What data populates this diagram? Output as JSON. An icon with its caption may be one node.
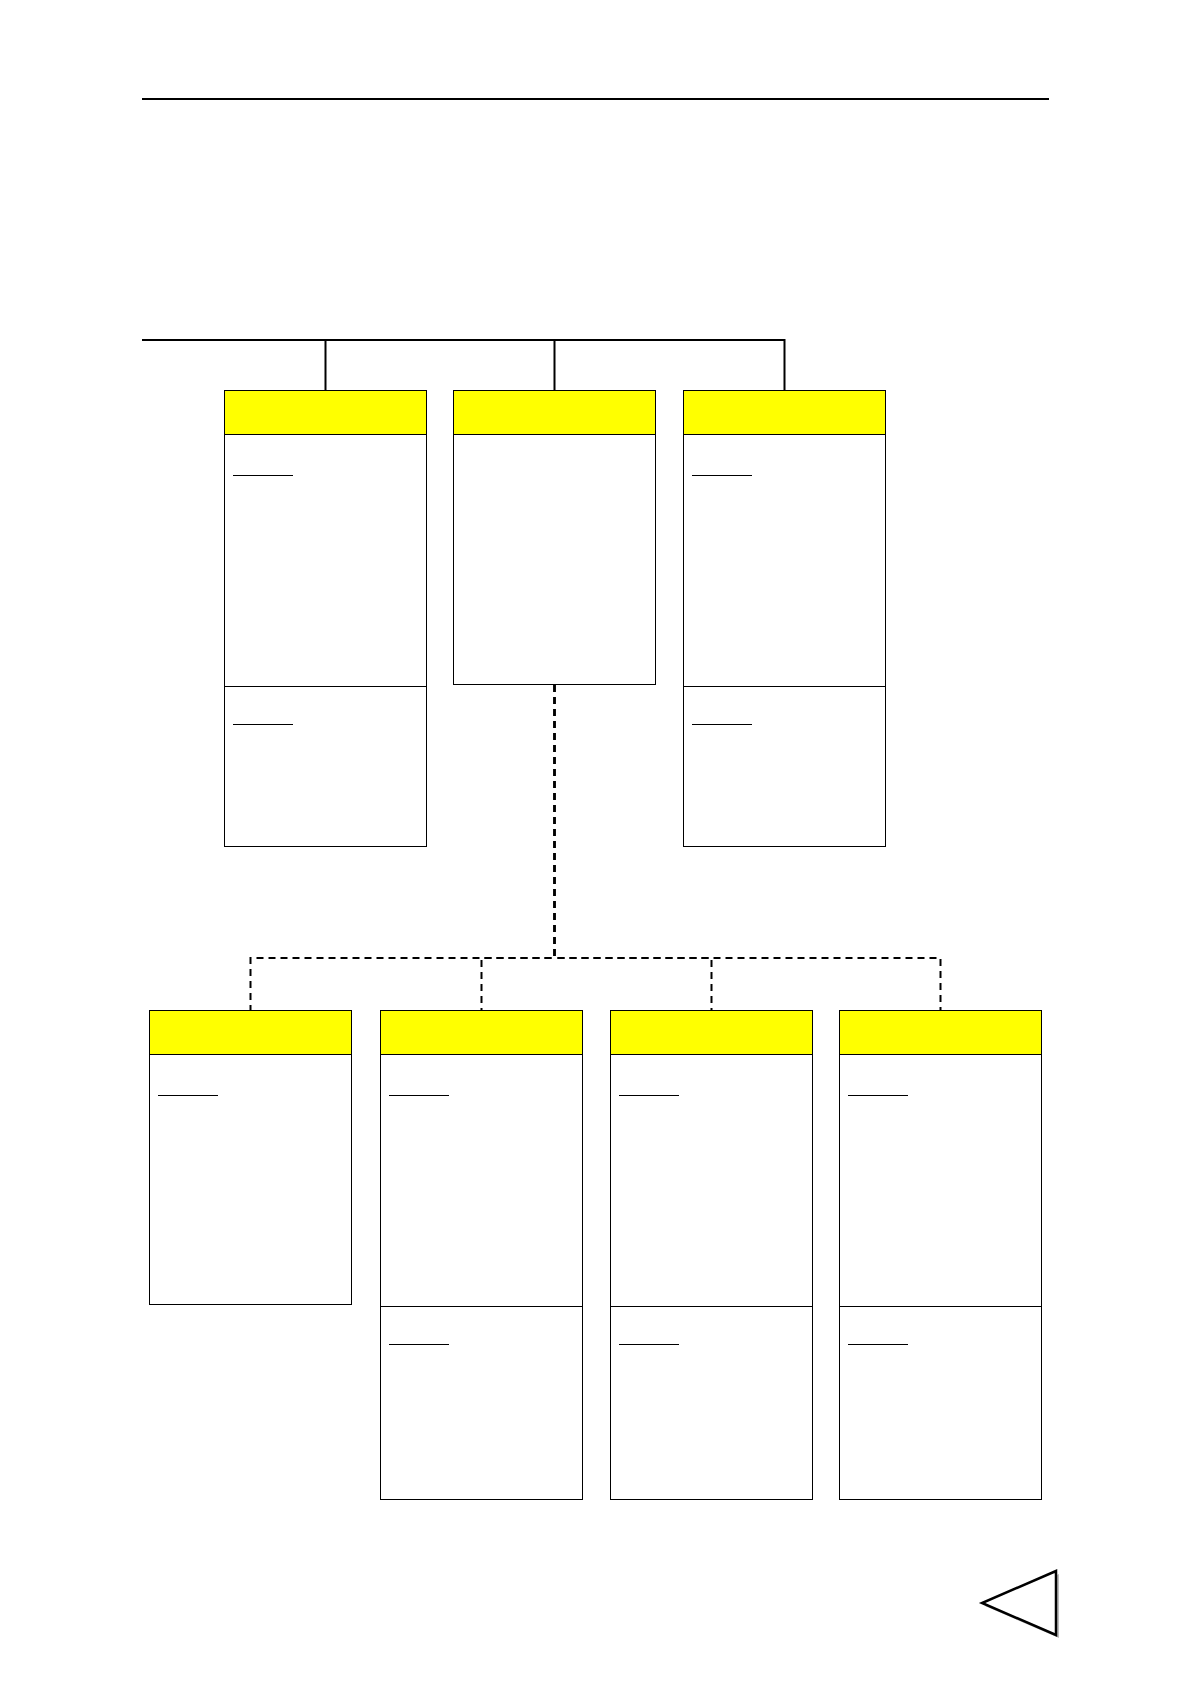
{
  "diagram": {
    "nodes": [
      {
        "text": [],
        "shape": "box"
      },
      {
        "text": [],
        "shape": "box"
      },
      {
        "text": [],
        "shape": "box"
      },
      {
        "text": [],
        "shape": "box"
      },
      {
        "text": [],
        "shape": "box"
      },
      {
        "text": [],
        "shape": "box"
      },
      {
        "text": [],
        "shape": "box"
      }
    ],
    "edges": [
      {
        "from": null,
        "to": 0,
        "arrow": "none"
      },
      {
        "from": null,
        "to": 1,
        "arrow": "none"
      },
      {
        "from": null,
        "to": 2,
        "arrow": "none"
      },
      {
        "from": 1,
        "to": 3,
        "arrow": "none",
        "style": "dashed"
      },
      {
        "from": 1,
        "to": 4,
        "arrow": "none",
        "style": "dashed"
      },
      {
        "from": 1,
        "to": 5,
        "arrow": "none",
        "style": "dashed"
      },
      {
        "from": 1,
        "to": 6,
        "arrow": "none",
        "style": "dashed"
      }
    ]
  }
}
